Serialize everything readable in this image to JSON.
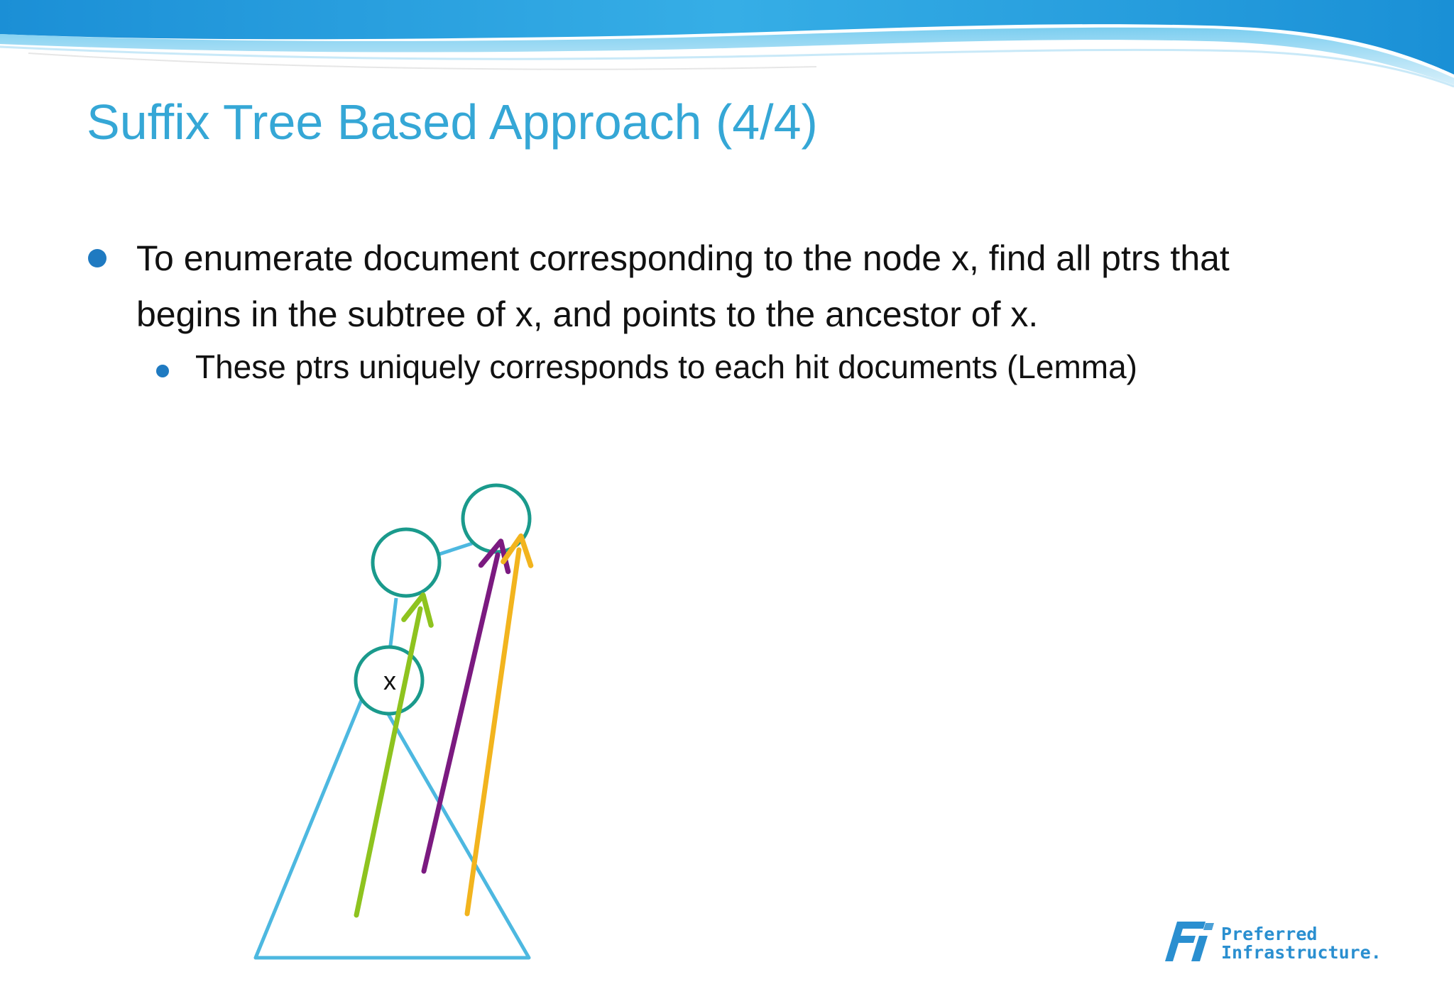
{
  "slide": {
    "title": "Suffix Tree Based Approach (4/4)",
    "bullets": [
      "To enumerate document corresponding to the node x, find all ptrs that begins in the subtree of x, and points to the ancestor of x.",
      "These ptrs uniquely corresponds to each hit documents (Lemma)"
    ]
  },
  "diagram": {
    "node_label": "x",
    "colors": {
      "tree_outline": "#4db8e0",
      "node_border": "#1a9a8c",
      "arrow_green": "#8ec31f",
      "arrow_purple": "#7b1a80",
      "arrow_orange": "#f2b41e"
    }
  },
  "logo": {
    "line1": "Preferred",
    "line2": "Infrastructure.",
    "icon": "pfi-logo-icon"
  },
  "theme": {
    "title_color": "#35a7d6",
    "bullet_color": "#1f7ac1",
    "logo_color": "#2a8fd0",
    "header_color": "#1a95d8"
  }
}
